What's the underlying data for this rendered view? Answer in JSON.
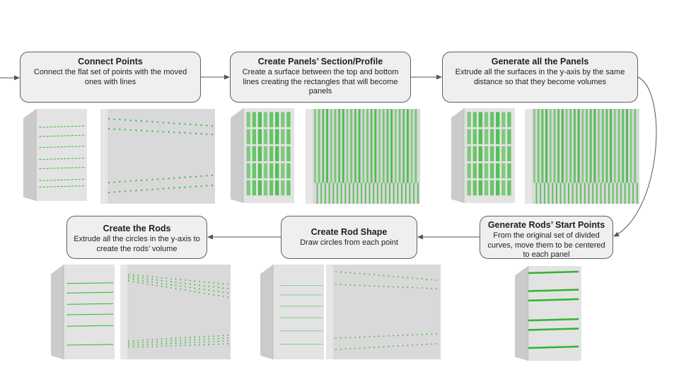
{
  "steps": {
    "connect_points": {
      "title": "Connect Points",
      "description": "Connect the flat set of points with the moved ones with lines"
    },
    "create_panels_section": {
      "title": "Create Panels’ Section/Profile",
      "description": "Create a surface between the top and bottom lines creating the rectangles that will become panels"
    },
    "generate_panels": {
      "title": "Generate all the Panels",
      "description": "Extrude all the surfaces in the y-axis by the same distance so that they become volumes"
    },
    "generate_rod_start_points": {
      "title": "Generate Rods’ Start Points",
      "description": "From the original set of divided curves, move them to be centered to each panel"
    },
    "create_rod_shape": {
      "title": "Create Rod Shape",
      "description": "Draw circles from each point"
    },
    "create_rods": {
      "title": "Create the Rods",
      "description": "Extrude all the circles in the y-axis to create the rods’ volume"
    }
  },
  "colors": {
    "box_fill": "#efefef",
    "box_border": "#5f5f5f",
    "arrow": "#555555",
    "render_background": "#d9d9d9",
    "green": "#2fb52f"
  }
}
